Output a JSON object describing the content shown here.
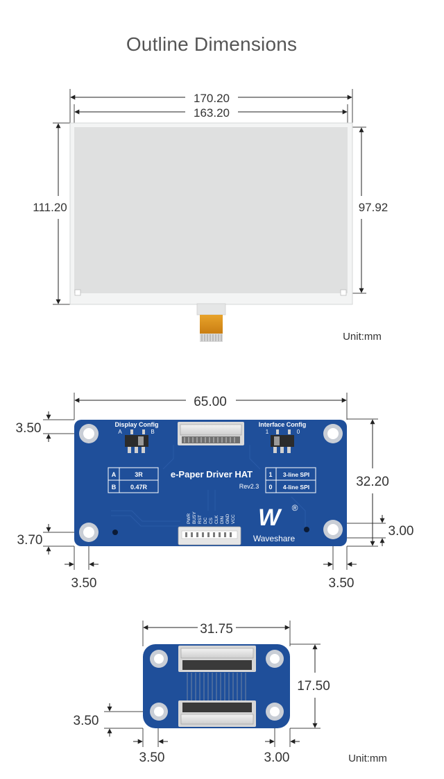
{
  "title": "Outline Dimensions",
  "display": {
    "width_outer": "170.20",
    "width_inner": "163.20",
    "height_outer": "111.20",
    "height_inner": "97.92",
    "unit": "Unit:mm"
  },
  "driver_hat": {
    "width": "65.00",
    "height": "32.20",
    "top_hole_offset": "3.50",
    "bottom_hole_offset": "3.70",
    "right_hole_offset": "3.00",
    "left_hole_x": "3.50",
    "right_hole_x": "3.50",
    "board_title": "e-Paper Driver HAT",
    "revision": "Rev2.3",
    "display_config_label": "Display Config",
    "interface_config_label": "Interface Config",
    "switch_a": "A",
    "switch_b": "B",
    "switch_1": "1",
    "switch_0": "0",
    "table_left": [
      {
        "key": "A",
        "value": "3R"
      },
      {
        "key": "B",
        "value": "0.47R"
      }
    ],
    "table_right": [
      {
        "key": "1",
        "value": "3-line SPI"
      },
      {
        "key": "0",
        "value": "4-line SPI"
      }
    ],
    "pins": [
      "PWR",
      "BUSY",
      "RST",
      "DC",
      "CS",
      "CLK",
      "DIN",
      "GND",
      "VCC"
    ],
    "brand": "Waveshare",
    "logo_text": "W",
    "registered_mark": "®",
    "colors": {
      "pcb": "#1f4f9a",
      "pcb_dark": "#173f7d",
      "hole": "#c9ced6"
    }
  },
  "adapter": {
    "width": "31.75",
    "height": "17.50",
    "hole_offset_y": "3.50",
    "hole_offset_left": "3.50",
    "hole_offset_right": "3.00",
    "unit": "Unit:mm"
  }
}
